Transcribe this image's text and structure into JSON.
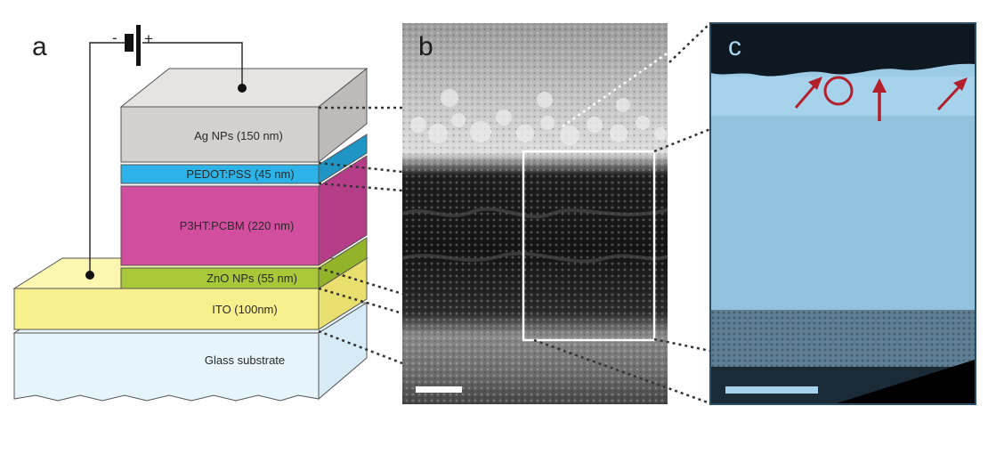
{
  "panels": {
    "a": "a",
    "b": "b",
    "c": "c"
  },
  "battery": {
    "minus": "-",
    "plus": "+"
  },
  "layers": [
    {
      "label": "Ag NPs (150 nm)",
      "color": "#d3d0ce"
    },
    {
      "label": "PEDOT:PSS (45 nm)",
      "color": "#2db3e8"
    },
    {
      "label": "P3HT:PCBM (220 nm)",
      "color": "#d24e9e"
    },
    {
      "label": "ZnO NPs (55 nm)",
      "color": "#a8c838"
    },
    {
      "label": "ITO (100nm)",
      "color": "#f8f08c"
    },
    {
      "label": "Glass substrate",
      "color": "#e6f4fb"
    }
  ],
  "colors": {
    "tem_tint": "#9ccbe6",
    "annotation_red": "#b3202c",
    "connector_dots": "#333333"
  }
}
